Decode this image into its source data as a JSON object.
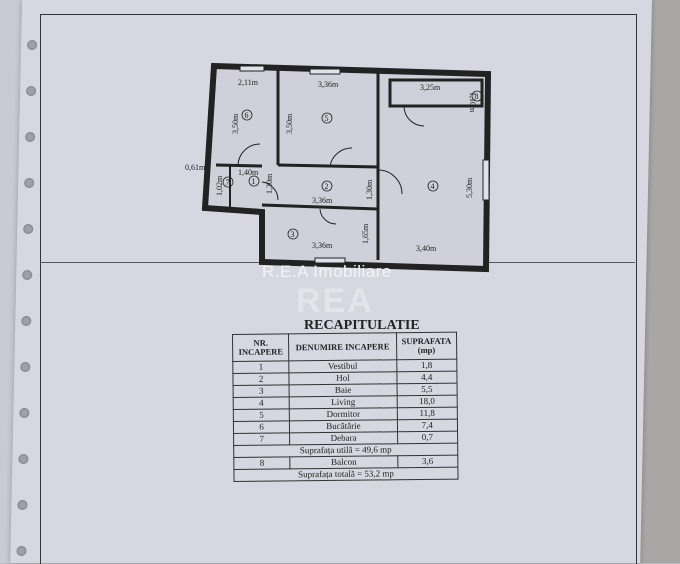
{
  "watermark": {
    "text": "R.E.A Imobiliare",
    "logo": "REA"
  },
  "floorplan": {
    "rooms": [
      "1",
      "2",
      "3",
      "4",
      "5",
      "6",
      "7",
      "8"
    ],
    "dimensions": {
      "d1": "2,11m",
      "d2": "3,36m",
      "d3": "3,25m",
      "d4": "1,10m",
      "d5": "3,50m",
      "d6": "3,50m",
      "d7": "0,61m",
      "d8": "1,40m",
      "d9": "1,02m",
      "d10": "1,30m",
      "d11": "3,36m",
      "d12": "1,30m",
      "d13": "5,30m",
      "d14": "3,36m",
      "d15": "1,65m",
      "d16": "3,40m"
    }
  },
  "recap": {
    "title": "RECAPITULATIE",
    "headers": {
      "nr": "NR. INCAPERE",
      "name": "DENUMIRE INCAPERE",
      "area": "SUPRAFATA (mp)"
    },
    "rows": [
      {
        "nr": "1",
        "name": "Vestibul",
        "area": "1,8"
      },
      {
        "nr": "2",
        "name": "Hol",
        "area": "4,4"
      },
      {
        "nr": "3",
        "name": "Baie",
        "area": "5,5"
      },
      {
        "nr": "4",
        "name": "Living",
        "area": "18,0"
      },
      {
        "nr": "5",
        "name": "Dormitor",
        "area": "11,8"
      },
      {
        "nr": "6",
        "name": "Bucătărie",
        "area": "7,4"
      },
      {
        "nr": "7",
        "name": "Debara",
        "area": "0,7"
      }
    ],
    "useful": "Suprafața utilă = 49,6 mp",
    "balcony": {
      "nr": "8",
      "name": "Balcon",
      "area": "3,6"
    },
    "total": "Suprafața totală = 53,2 mp"
  }
}
